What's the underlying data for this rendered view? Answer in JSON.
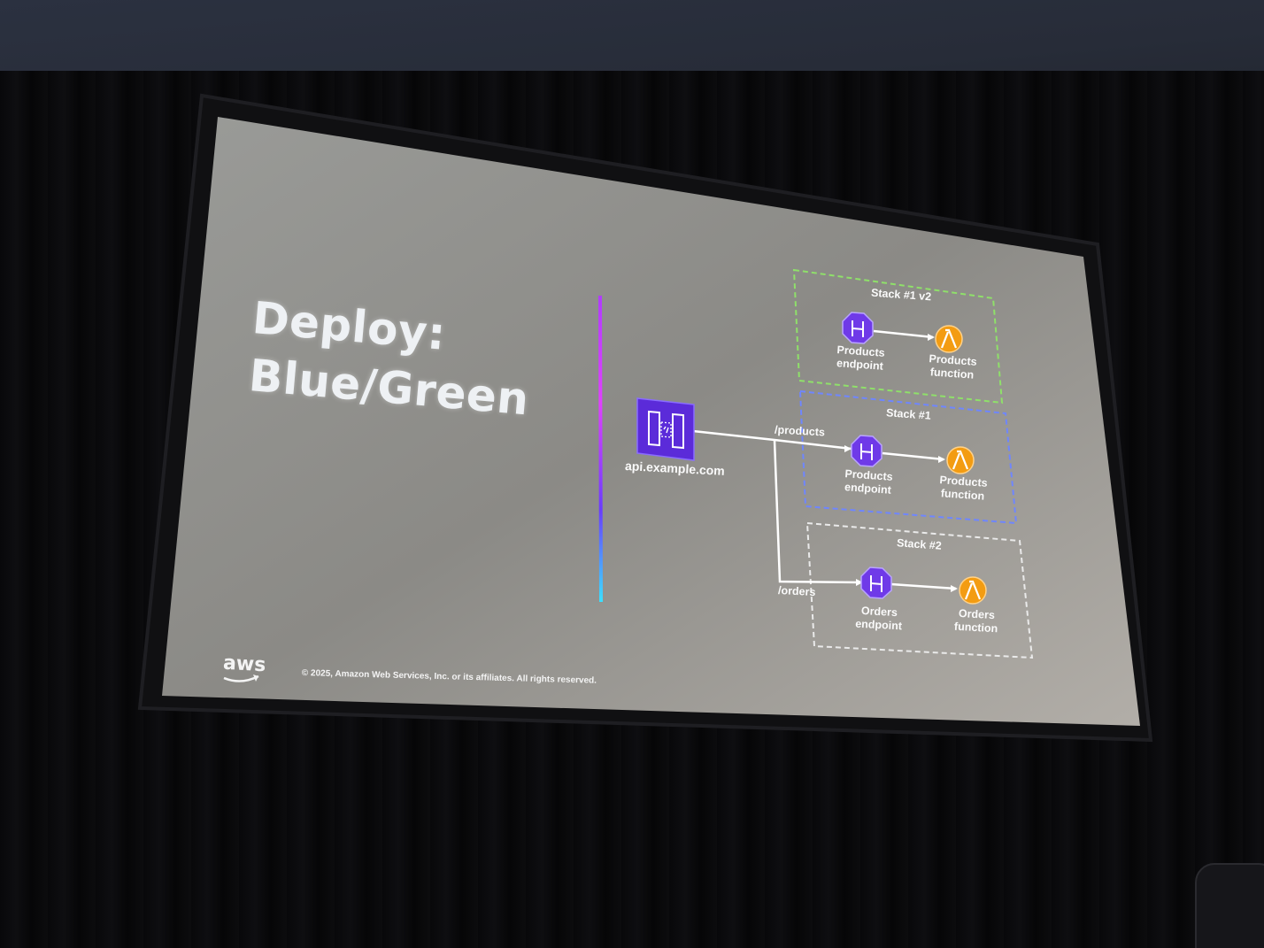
{
  "slide": {
    "title_line1": "Deploy:",
    "title_line2": "Blue/Green",
    "copyright": "© 2025, Amazon Web Services, Inc. or its affiliates. All rights reserved.",
    "logo_text": "aws"
  },
  "diagram": {
    "api_gateway": {
      "icon": "api-gateway-icon",
      "label": "api.example.com"
    },
    "routes": {
      "products": "/products",
      "orders": "/orders"
    },
    "stacks": [
      {
        "name": "Stack #1 v2",
        "border_color": "#8fe06a",
        "endpoint_label": [
          "Products",
          "endpoint"
        ],
        "function_label": [
          "Products",
          "function"
        ]
      },
      {
        "name": "Stack #1",
        "border_color": "#6f86ff",
        "endpoint_label": [
          "Products",
          "endpoint"
        ],
        "function_label": [
          "Products",
          "function"
        ]
      },
      {
        "name": "Stack #2",
        "border_color": "#e8e8e8",
        "endpoint_label": [
          "Orders",
          "endpoint"
        ],
        "function_label": [
          "Orders",
          "function"
        ]
      }
    ]
  },
  "colors": {
    "slide_bg": "#8a8a86",
    "api_purple": "#5b2bd9",
    "endpoint_purple": "#6f3ae8",
    "lambda_orange": "#f39c12",
    "divider_top": "#b03cff",
    "divider_bottom": "#3be0ff"
  }
}
